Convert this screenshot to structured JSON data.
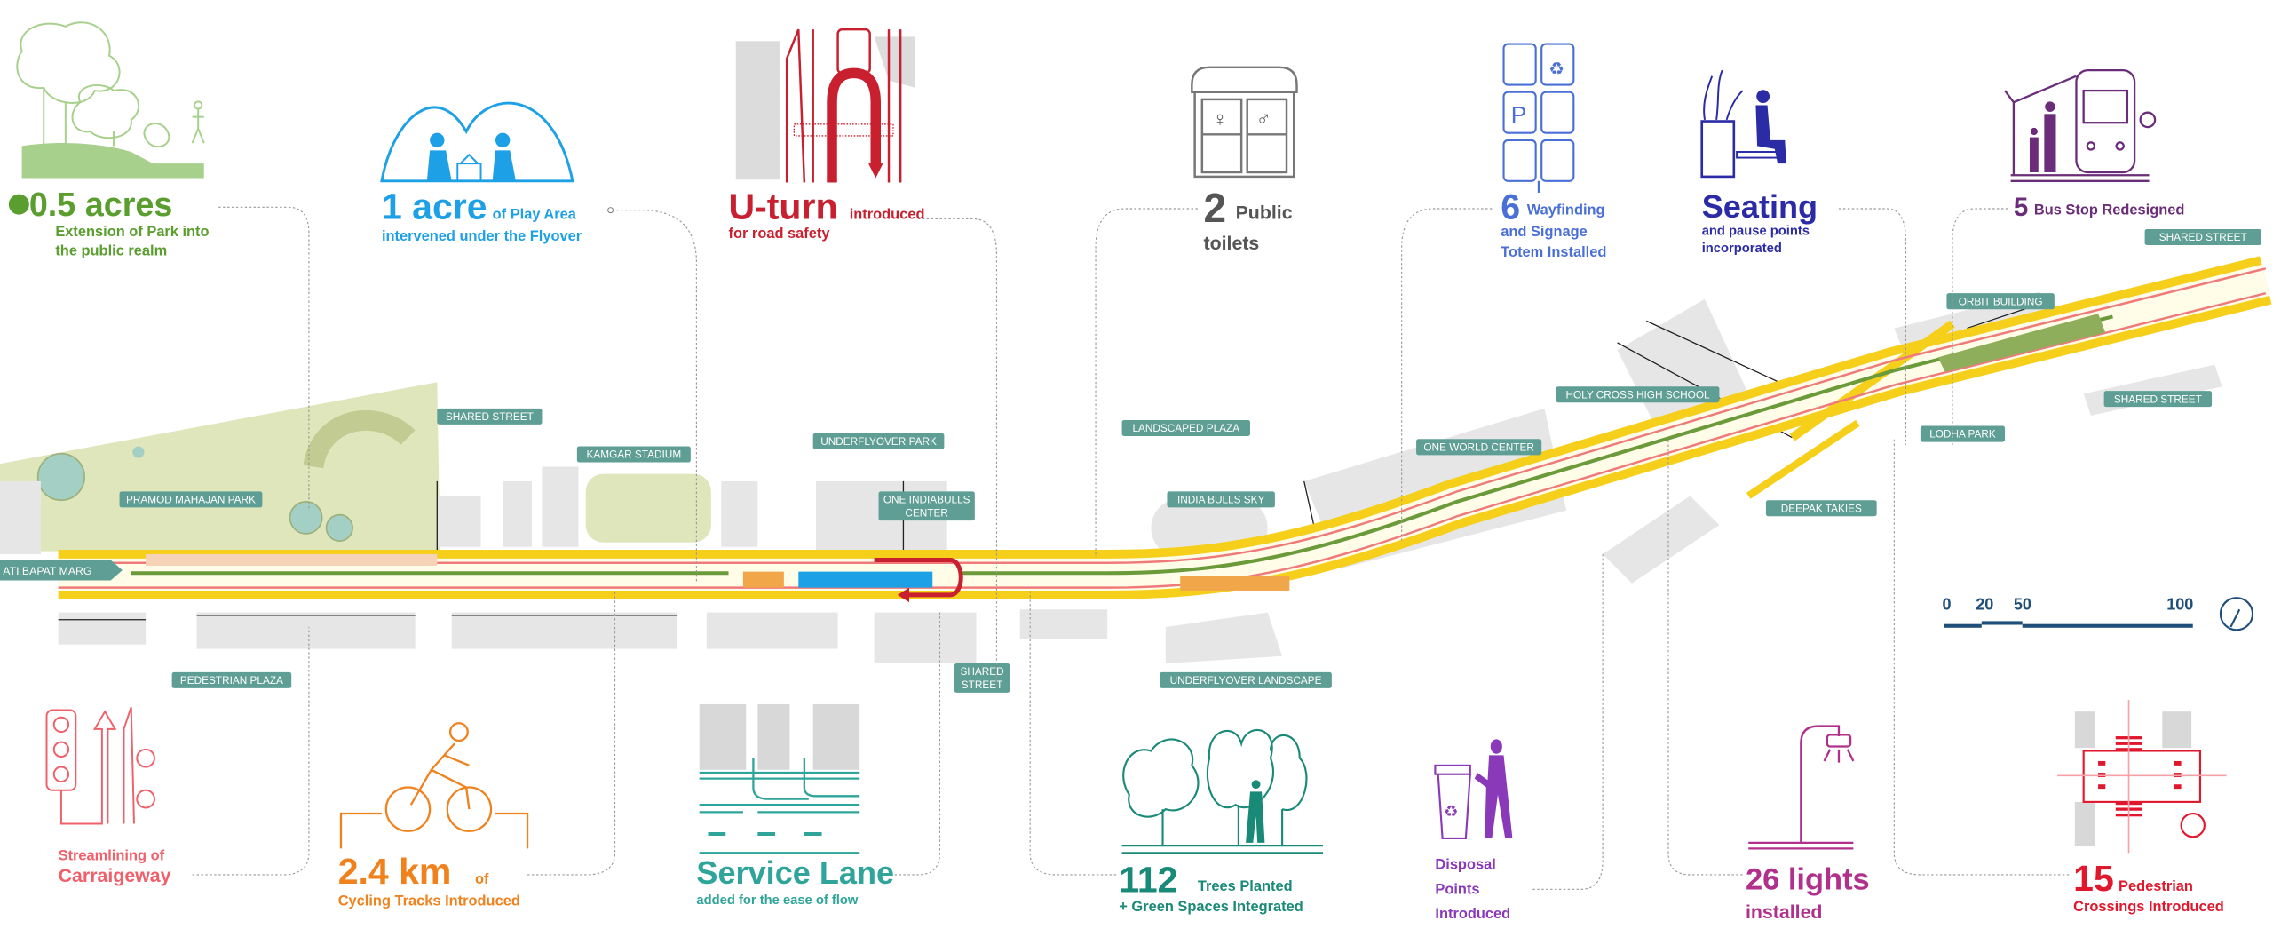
{
  "top_callouts": [
    {
      "value": "0.5 acres",
      "text1": "Extension of Park into",
      "text2": "the public realm",
      "color": "#5a9e2f"
    },
    {
      "value": "1 acre",
      "suffix": "of Play Area",
      "text1": "intervened under the Flyover",
      "color": "#1ea0e6"
    },
    {
      "value": "U-turn",
      "suffix": "introduced",
      "text1": "for road safety",
      "color": "#c8202f"
    },
    {
      "value": "2",
      "suffix": "Public",
      "text1": "toilets",
      "color": "#6e6e6e"
    },
    {
      "value": "6",
      "suffix": "Wayfinding",
      "text1": "and Signage",
      "text2": "Totem Installed",
      "color": "#4a6fd6"
    },
    {
      "value": "Seating",
      "text1": "and  pause points",
      "text2": "incorporated",
      "color": "#2b2ba6"
    },
    {
      "value": "5",
      "suffix": "Bus Stop Redesigned",
      "color": "#6b2d7a"
    }
  ],
  "bottom_callouts": [
    {
      "text1": "Streamlining of",
      "value": "Carraigeway",
      "color": "#f0606a"
    },
    {
      "value": "2.4 km",
      "suffix": "of",
      "text1": "Cycling Tracks Introduced",
      "color": "#f0821e"
    },
    {
      "value": "Service Lane",
      "text1": "added for the ease of flow",
      "color": "#2ea49a"
    },
    {
      "value": "112",
      "suffix": "Trees Planted",
      "text1": "+ Green Spaces Integrated",
      "color": "#1a8a78"
    },
    {
      "text1": "Disposal",
      "text2": "Points",
      "text3": "Introduced",
      "color": "#8a3ab9"
    },
    {
      "value": "26 lights",
      "text1": "installed",
      "color": "#b0308c"
    },
    {
      "value": "15",
      "suffix": "Pedestrian",
      "text1": "Crossings Introduced",
      "color": "#e0182d"
    }
  ],
  "map": {
    "road_name": "ATI BAPAT MARG",
    "labels": [
      "SHARED STREET",
      "KAMGAR STADIUM",
      "PRAMOD MAHAJAN PARK",
      "UNDERFLYOVER PARK",
      "ONE INDIABULLS",
      "CENTER",
      "PEDESTRIAN PLAZA",
      "SHARED",
      "STREET",
      "LANDSCAPED PLAZA",
      "INDIA BULLS SKY",
      "UNDERFLYOVER LANDSCAPE",
      "ONE WORLD CENTER",
      "HOLY CROSS HIGH SCHOOL",
      "DEEPAK TAKIES",
      "ORBIT BUILDING",
      "SHARED STREET",
      "SHARED STREET",
      "LODHA PARK"
    ],
    "label_color": "#5e9e94"
  },
  "scale": {
    "ticks": [
      "0",
      "20",
      "50",
      "100"
    ],
    "color": "#1f4e79"
  }
}
